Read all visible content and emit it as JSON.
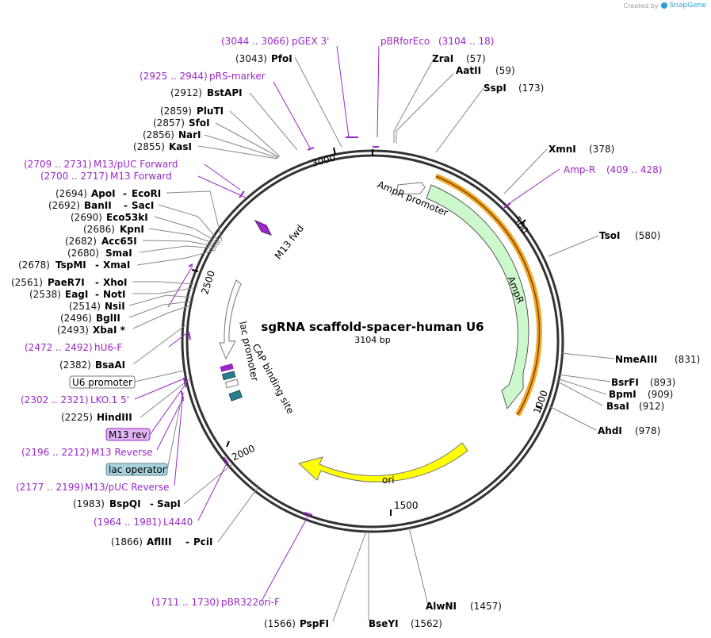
{
  "credit": {
    "prefix": "Created by",
    "brand": "SnapGene"
  },
  "plasmid": {
    "name": "sgRNA scaffold-spacer-human U6",
    "size_label": "3104 bp",
    "length": 3104
  },
  "ticks": [
    "500",
    "1000",
    "1500",
    "2000",
    "2500",
    "3000"
  ],
  "enzymes": [
    {
      "name": "ZraI",
      "pos": "(57)"
    },
    {
      "name": "AatII",
      "pos": "(59)"
    },
    {
      "name": "SspI",
      "pos": "(173)"
    },
    {
      "name": "XmnI",
      "pos": "(378)"
    },
    {
      "name": "TsoI",
      "pos": "(580)"
    },
    {
      "name": "NmeAIII",
      "pos": "(831)"
    },
    {
      "name": "BsrFI",
      "pos": "(893)"
    },
    {
      "name": "BpmI",
      "pos": "(909)"
    },
    {
      "name": "BsaI",
      "pos": "(912)"
    },
    {
      "name": "AhdI",
      "pos": "(978)"
    },
    {
      "name": "AlwNI",
      "pos": "(1457)"
    },
    {
      "name": "BseYI",
      "pos": "(1562)"
    },
    {
      "name": "PspFI",
      "pos": "(1566)"
    },
    {
      "name": "AflIII",
      "pos": "(1866)",
      "extra": "PciI"
    },
    {
      "name": "BspQI",
      "pos": "(1983)",
      "extra": "SapI"
    },
    {
      "name": "HindIII",
      "pos": "(2225)"
    },
    {
      "name": "BsaAI",
      "pos": "(2382)"
    },
    {
      "name": "XbaI *",
      "pos": "(2493)"
    },
    {
      "name": "BglII",
      "pos": "(2496)"
    },
    {
      "name": "NsiI",
      "pos": "(2514)"
    },
    {
      "name": "EagI",
      "pos": "(2538)",
      "extra": "NotI"
    },
    {
      "name": "PaeR7I",
      "pos": "(2561)",
      "extra": "XhoI"
    },
    {
      "name": "TspMI",
      "pos": "(2678)",
      "extra": "XmaI"
    },
    {
      "name": "SmaI",
      "pos": "(2680)"
    },
    {
      "name": "Acc65I",
      "pos": "(2682)"
    },
    {
      "name": "KpnI",
      "pos": "(2686)"
    },
    {
      "name": "Eco53kI",
      "pos": "(2690)"
    },
    {
      "name": "BanII",
      "pos": "(2692)",
      "extra": "SacI"
    },
    {
      "name": "ApoI",
      "pos": "(2694)",
      "extra": "EcoRI"
    },
    {
      "name": "KasI",
      "pos": "(2855)"
    },
    {
      "name": "NarI",
      "pos": "(2856)"
    },
    {
      "name": "SfoI",
      "pos": "(2857)"
    },
    {
      "name": "PluTI",
      "pos": "(2859)"
    },
    {
      "name": "BstAPI",
      "pos": "(2912)"
    },
    {
      "name": "PfoI",
      "pos": "(3043)"
    }
  ],
  "primers": [
    {
      "name": "pGEX 3'",
      "range": "(3044 .. 3066)"
    },
    {
      "name": "pBRforEco",
      "range": "(3104 .. 18)"
    },
    {
      "name": "Amp-R",
      "range": "(409 .. 428)"
    },
    {
      "name": "pRS-marker",
      "range": "(2925 .. 2944)"
    },
    {
      "name": "M13/pUC Forward",
      "range": "(2709 .. 2731)"
    },
    {
      "name": "M13 Forward",
      "range": "(2700 .. 2717)"
    },
    {
      "name": "hU6-F",
      "range": "(2472 .. 2492)"
    },
    {
      "name": "LKO.1 5'",
      "range": "(2302 .. 2321)"
    },
    {
      "name": "M13 Reverse",
      "range": "(2196 .. 2212)"
    },
    {
      "name": "M13/pUC Reverse",
      "range": "(2177 .. 2199)"
    },
    {
      "name": "L4440",
      "range": "(1964 .. 1981)"
    },
    {
      "name": "pBR322ori-F",
      "range": "(1711 .. 1730)"
    }
  ],
  "boxed_features": [
    {
      "name": "U6 promoter"
    },
    {
      "name": "M13 rev"
    },
    {
      "name": "lac operator"
    }
  ],
  "features": [
    {
      "name": "AmpR promoter"
    },
    {
      "name": "AmpR"
    },
    {
      "name": "ori"
    },
    {
      "name": "M13 fwd"
    },
    {
      "name": "lac promoter"
    },
    {
      "name": "CAP binding site"
    }
  ],
  "colors": {
    "ampr": "#ccf9cc",
    "ori": "#ffff00",
    "amp_primer": "#f5a623",
    "primer": "#9a28c8",
    "lac_operator": "#2a7f8e",
    "m13": "#9a28c8",
    "backbone": "#333333"
  }
}
